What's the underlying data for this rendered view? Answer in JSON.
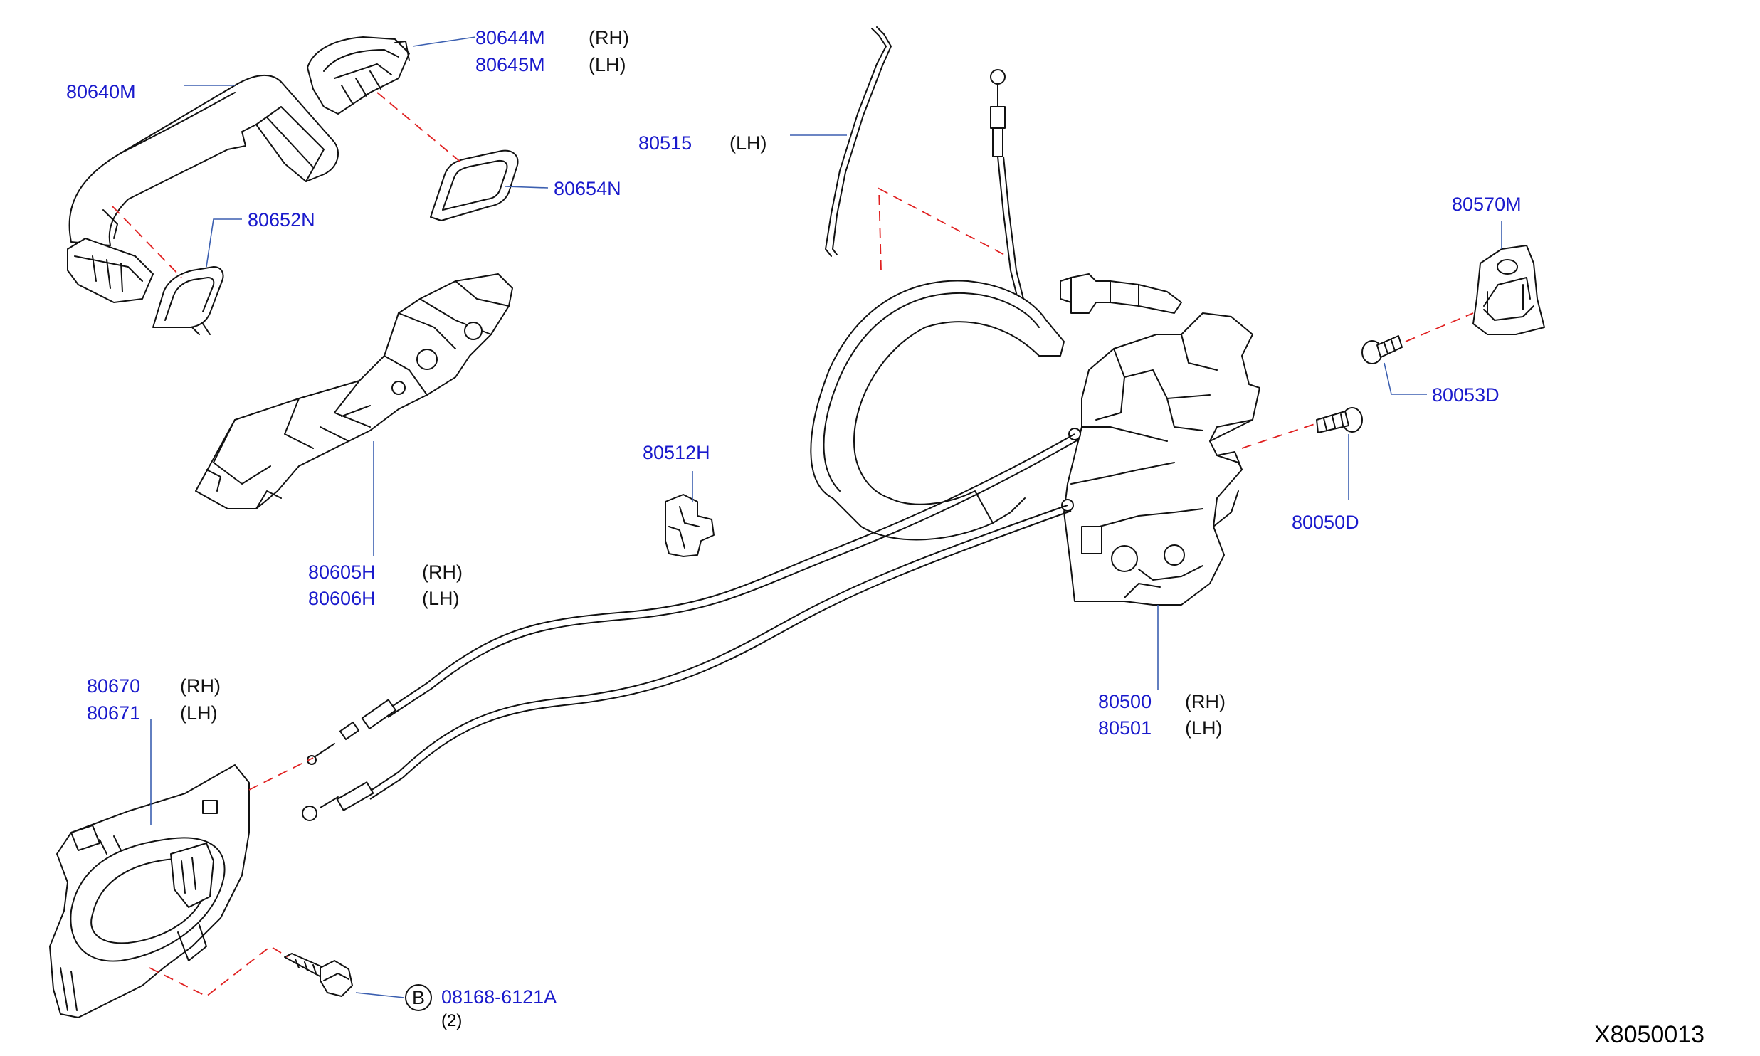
{
  "labels": {
    "p80640M": "80640M",
    "p80644M": "80644M",
    "p80645M": "80645M",
    "p80654N": "80654N",
    "p80652N": "80652N",
    "p80515": "80515",
    "p80570M": "80570M",
    "p80053D": "80053D",
    "p80512H": "80512H",
    "p80050D": "80050D",
    "p80605H": "80605H",
    "p80606H": "80606H",
    "p80500": "80500",
    "p80501": "80501",
    "p80670": "80670",
    "p80671": "80671",
    "p08168": "08168-6121A"
  },
  "sides": {
    "rh": "(RH)",
    "lh": "(LH)"
  },
  "bolt_callout": {
    "letter": "B",
    "quantity": "(2)"
  },
  "figure_code": "X8050013",
  "colors": {
    "part_number": "#1a1acc",
    "leader_line": "#3b5fb0",
    "phantom_line": "#e02020",
    "drawing": "#111111"
  }
}
